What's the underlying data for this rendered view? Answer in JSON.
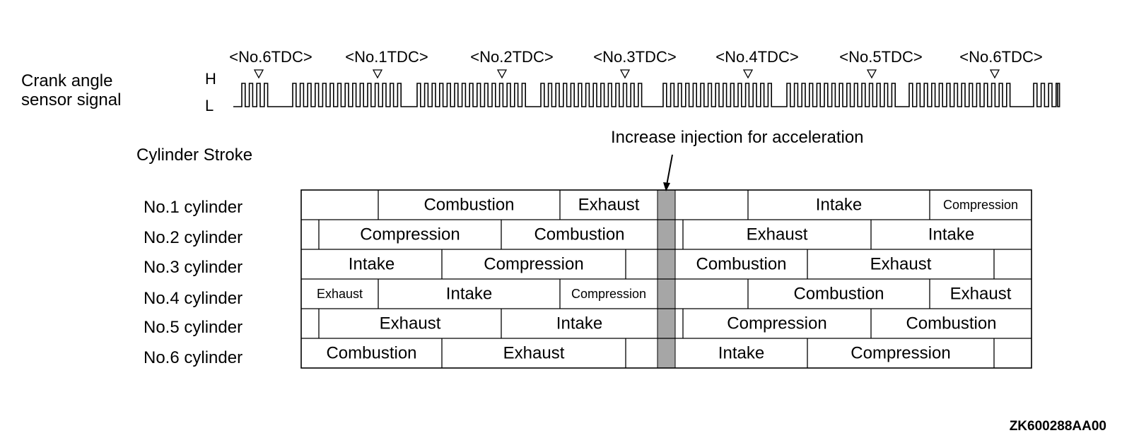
{
  "signal": {
    "label_line1": "Crank angle",
    "label_line2": "sensor signal",
    "high": "H",
    "low": "L",
    "tdc_markers": [
      "<No.6TDC>",
      "<No.1TDC>",
      "<No.2TDC>",
      "<No.3TDC>",
      "<No.4TDC>",
      "<No.5TDC>",
      "<No.6TDC>"
    ]
  },
  "stroke": {
    "title": "Cylinder Stroke",
    "annotation": "Increase injection for acceleration",
    "cylinders": [
      {
        "label": "No.1 cylinder",
        "cells": [
          "",
          "Combustion",
          "Exhaust",
          "",
          "Intake",
          "Compression"
        ]
      },
      {
        "label": "No.2 cylinder",
        "cells": [
          "",
          "Compression",
          "Combustion",
          "",
          "Exhaust",
          "Intake"
        ]
      },
      {
        "label": "No.3 cylinder",
        "cells": [
          "Intake",
          "Compression",
          "",
          "Combustion",
          "Exhaust",
          ""
        ]
      },
      {
        "label": "No.4 cylinder",
        "cells": [
          "Exhaust",
          "Intake",
          "Compression",
          "",
          "Combustion",
          "Exhaust"
        ]
      },
      {
        "label": "No.5 cylinder",
        "cells": [
          "",
          "Exhaust",
          "Intake",
          "",
          "Compression",
          "Combustion"
        ]
      },
      {
        "label": "No.6 cylinder",
        "cells": [
          "Combustion",
          "Exhaust",
          "",
          "Intake",
          "Compression",
          ""
        ]
      }
    ]
  },
  "figure_code": "ZK600288AA00",
  "colors": {
    "shaded_band": "#a6a6a6",
    "line": "#000000"
  }
}
